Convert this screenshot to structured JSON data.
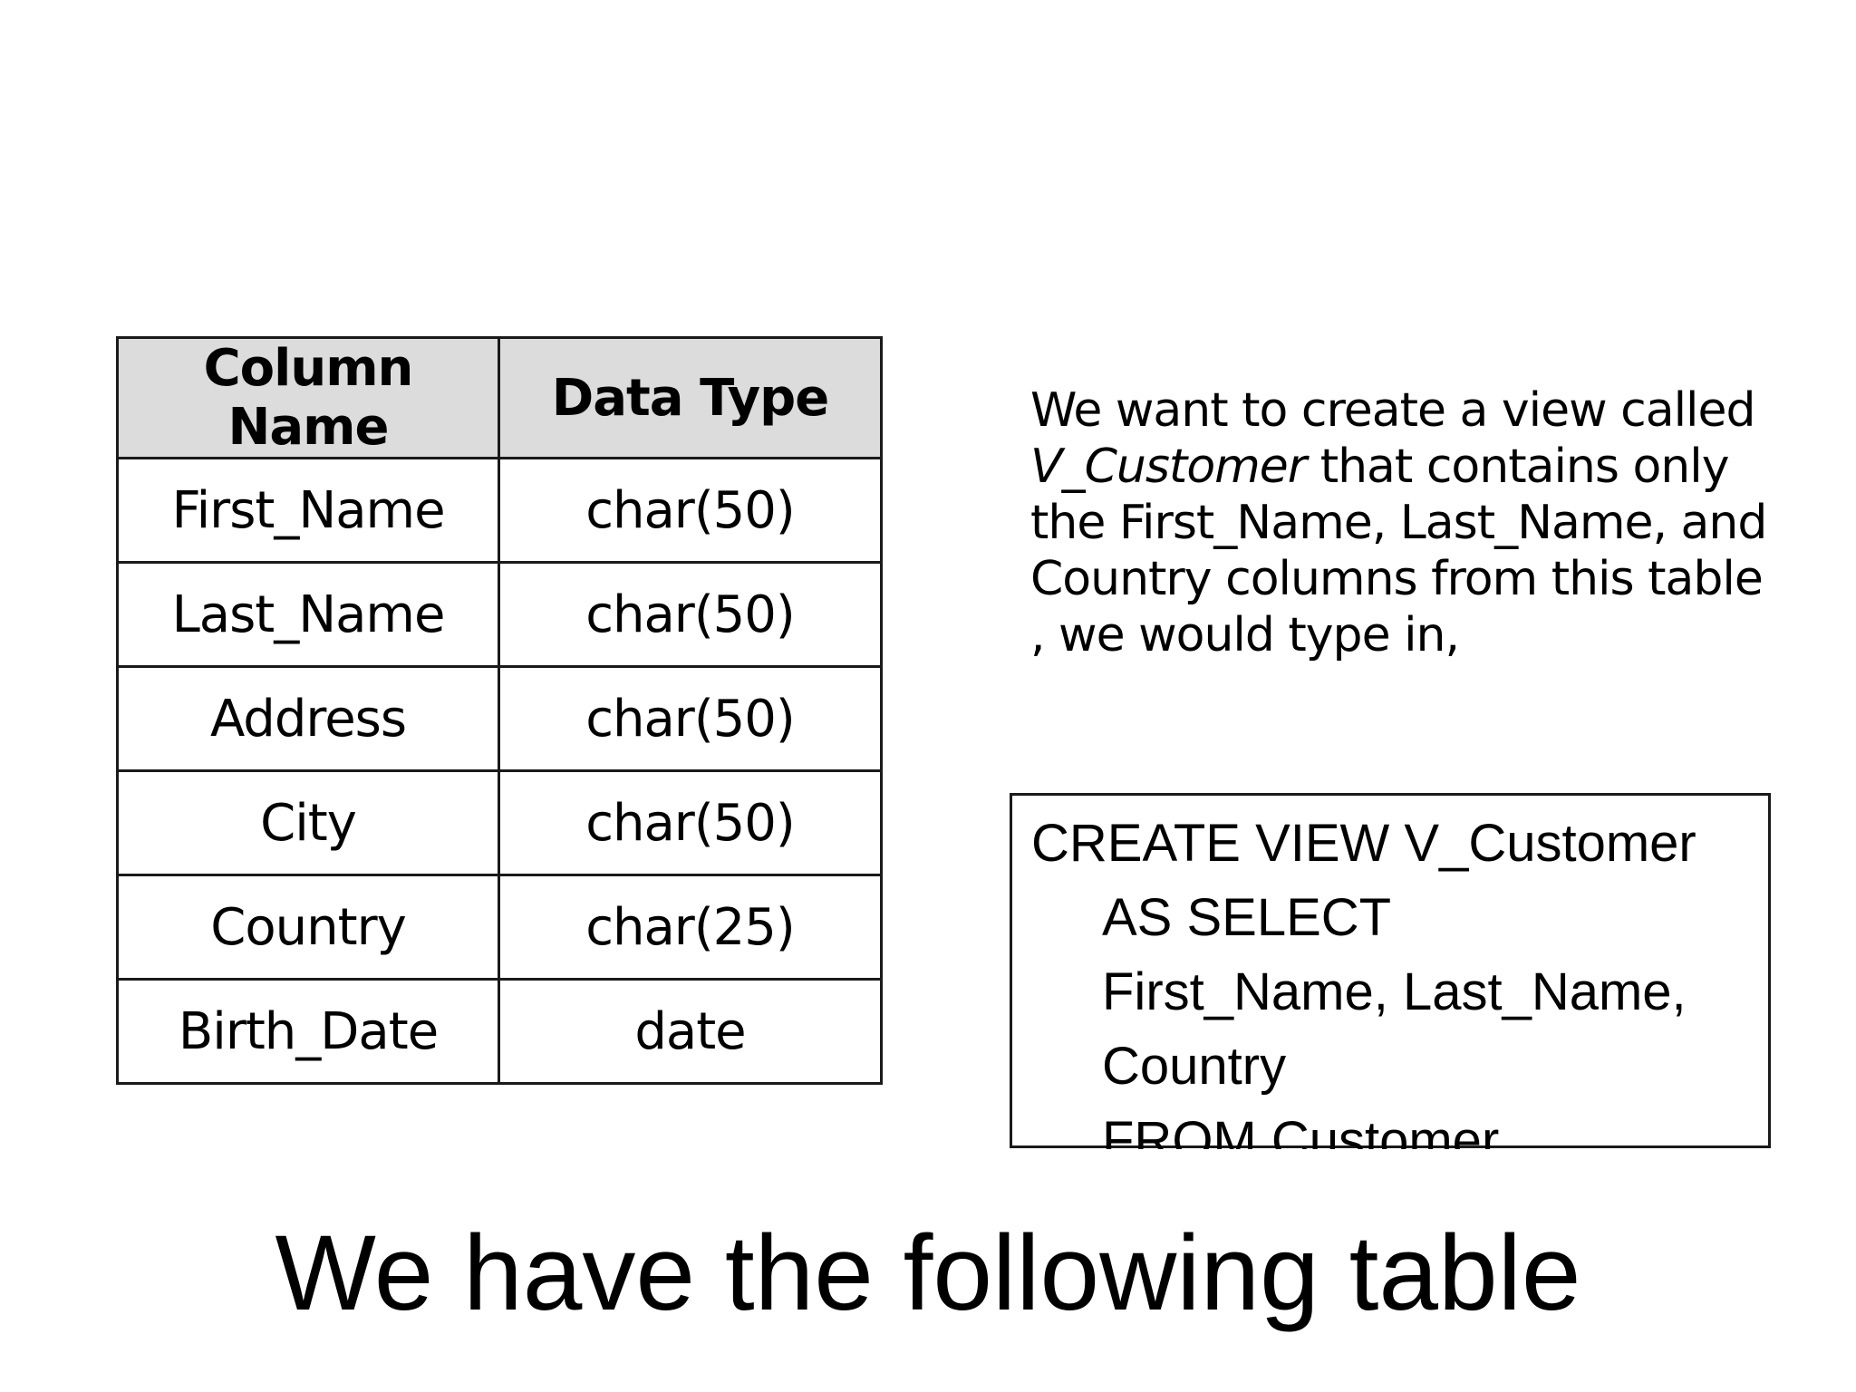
{
  "table": {
    "headers": [
      "Column Name",
      "Data Type"
    ],
    "rows": [
      [
        "First_Name",
        "char(50)"
      ],
      [
        "Last_Name",
        "char(50)"
      ],
      [
        "Address",
        "char(50)"
      ],
      [
        "City",
        "char(50)"
      ],
      [
        "Country",
        "char(25)"
      ],
      [
        "Birth_Date",
        "date"
      ]
    ],
    "header_bg": "#dcdcdc"
  },
  "description": {
    "part1": "We want to create a view called ",
    "view_name": "V_Customer",
    "part2": " that contains only the First_Name, Last_Name, and Country columns from this table , we would type in,"
  },
  "sql": {
    "lines": [
      "CREATE VIEW V_Customer",
      "AS SELECT",
      "First_Name, Last_Name,",
      "Country",
      "FROM Customer"
    ]
  },
  "title": "We have the following table"
}
